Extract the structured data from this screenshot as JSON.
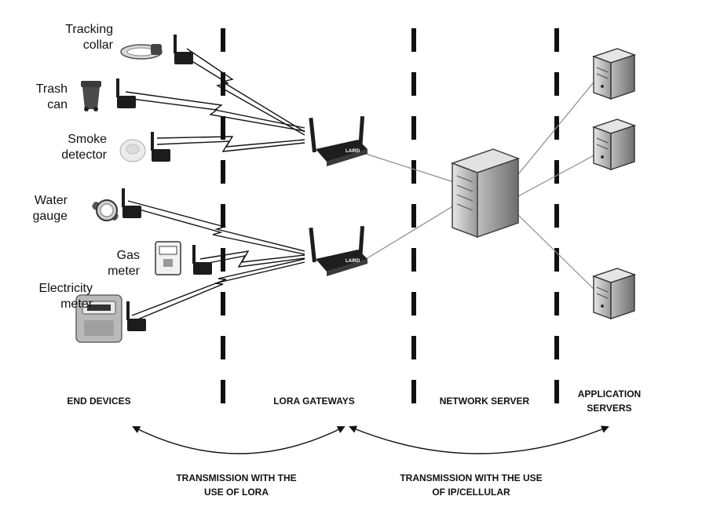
{
  "devices": [
    {
      "line1": "Tracking",
      "line2": "collar",
      "icon": "tracking-collar-icon"
    },
    {
      "line1": "Trash",
      "line2": "can",
      "icon": "trash-can-icon"
    },
    {
      "line1": "Smoke",
      "line2": "detector",
      "icon": "smoke-detector-icon"
    },
    {
      "line1": "Water",
      "line2": "gauge",
      "icon": "water-gauge-icon"
    },
    {
      "line1": "Gas",
      "line2": "meter",
      "icon": "gas-meter-icon"
    },
    {
      "line1": "Electricity",
      "line2": "meter",
      "icon": "electricity-meter-icon"
    }
  ],
  "columns": {
    "end_devices": "END DEVICES",
    "lora_gateways": "LORA GATEWAYS",
    "network_server": "NETWORK SERVER",
    "application_servers_line1": "APPLICATION",
    "application_servers_line2": "SERVERS"
  },
  "transmissions": {
    "lora_line1": "TRANSMISSION WITH THE",
    "lora_line2": "USE OF LORA",
    "ip_line1": "TRANSMISSION WITH THE USE",
    "ip_line2": "OF IP/CELLULAR"
  },
  "gateway_brand": "LAIRD",
  "colors": {
    "ink": "#111111",
    "gateway_body": "#1e1e1e",
    "server_body": "#cfcfcf",
    "link_line": "#8a8a8a"
  }
}
